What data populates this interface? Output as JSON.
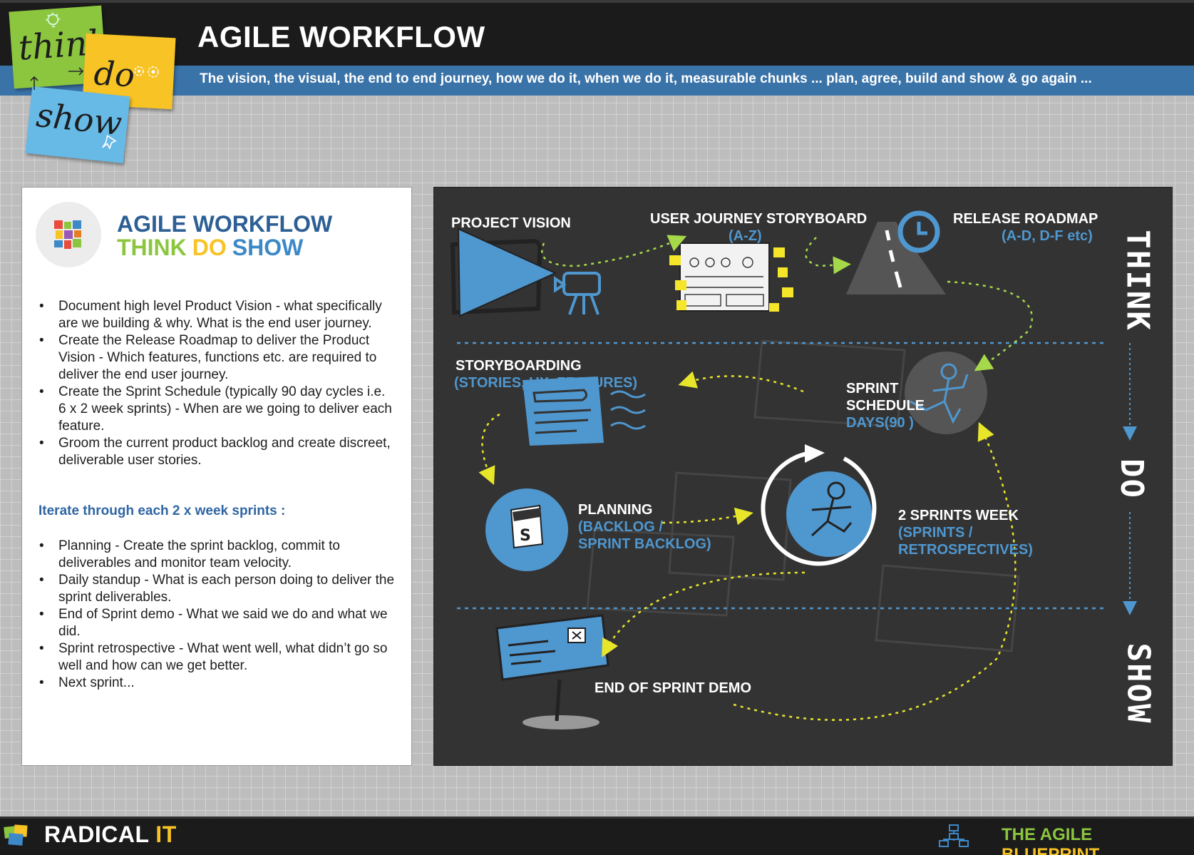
{
  "header": {
    "title": "AGILE WORKFLOW",
    "subtitle": "The vision, the visual, the end to end journey, how we do it, when we do it, measurable chunks ... plan, agree, build and show & go again ..."
  },
  "logo": {
    "think": "think",
    "do": "do",
    "show": "show"
  },
  "left_panel": {
    "title_line1": "AGILE WORKFLOW",
    "title_think": "THINK",
    "title_do": "DO",
    "title_show": "SHOW",
    "bullets_top": [
      "Document high level Product Vision - what specifically are we building & why.  What is the end user journey.",
      "Create the Release Roadmap to deliver the Product Vision - Which features, functions etc. are required to deliver the end user journey.",
      "Create the Sprint Schedule (typically 90 day cycles i.e. 6 x 2 week sprints) - When are we going to deliver each feature.",
      "Groom the current product backlog and create discreet, deliverable user stories."
    ],
    "iterate_heading": "Iterate through each 2 x week sprints :",
    "bullets_bottom": [
      "Planning - Create the sprint backlog, commit to deliverables and monitor team velocity.",
      "Daily standup - What is each person doing to deliver the sprint deliverables.",
      "End of Sprint demo - What we said we do and what we did.",
      "Sprint retrospective - What went well, what didn’t go so well and how can we get better.",
      "Next sprint..."
    ]
  },
  "board": {
    "project_vision": "PROJECT VISION",
    "user_journey": "USER JOURNEY STORYBOARD",
    "user_journey_sub": "(A-Z)",
    "release_roadmap": "RELEASE ROADMAP",
    "release_roadmap_sub": "(A-D, D-F etc)",
    "storyboarding": "STORYBOARDING",
    "storyboarding_sub": "(STORIES, UX, FEATURES)",
    "sprint_schedule": "SPRINT\nSCHEDULE",
    "sprint_schedule_sub": "DAYS(90 )",
    "planning": "PLANNING",
    "planning_sub": "(BACKLOG /\nSPRINT BACKLOG)",
    "sprints_week": "2 SPRINTS WEEK",
    "sprints_week_sub": "(SPRINTS /\nRETROSPECTIVES)",
    "end_demo": "END OF SPRINT DEMO",
    "side_think": "THINK",
    "side_do": "DO",
    "side_show": "SHOW"
  },
  "footer": {
    "brand": "RADICAL",
    "brand_accent": "IT",
    "blueprint_a": "THE AGILE",
    "blueprint_b": "BLUEPRINT"
  },
  "colors": {
    "header_bg": "#1b1b1b",
    "subtitle_band": "#3a73a8",
    "board_bg": "#333333",
    "accent_blue": "#4f97cf",
    "accent_green": "#8cc63f",
    "accent_yellow": "#f7c325",
    "arrow_yellow": "#e8e62a",
    "arrow_green": "#a6d94a"
  },
  "icons": [
    "projector-icon",
    "camera-icon",
    "storyboard-icon",
    "road-icon",
    "clock-icon",
    "notes-icon",
    "runner-icon",
    "backlog-icon",
    "cycle-arrow-icon",
    "demo-sign-icon",
    "hierarchy-icon",
    "radical-logo-icon",
    "lightbulb-icon",
    "gears-icon",
    "pin-icon"
  ]
}
